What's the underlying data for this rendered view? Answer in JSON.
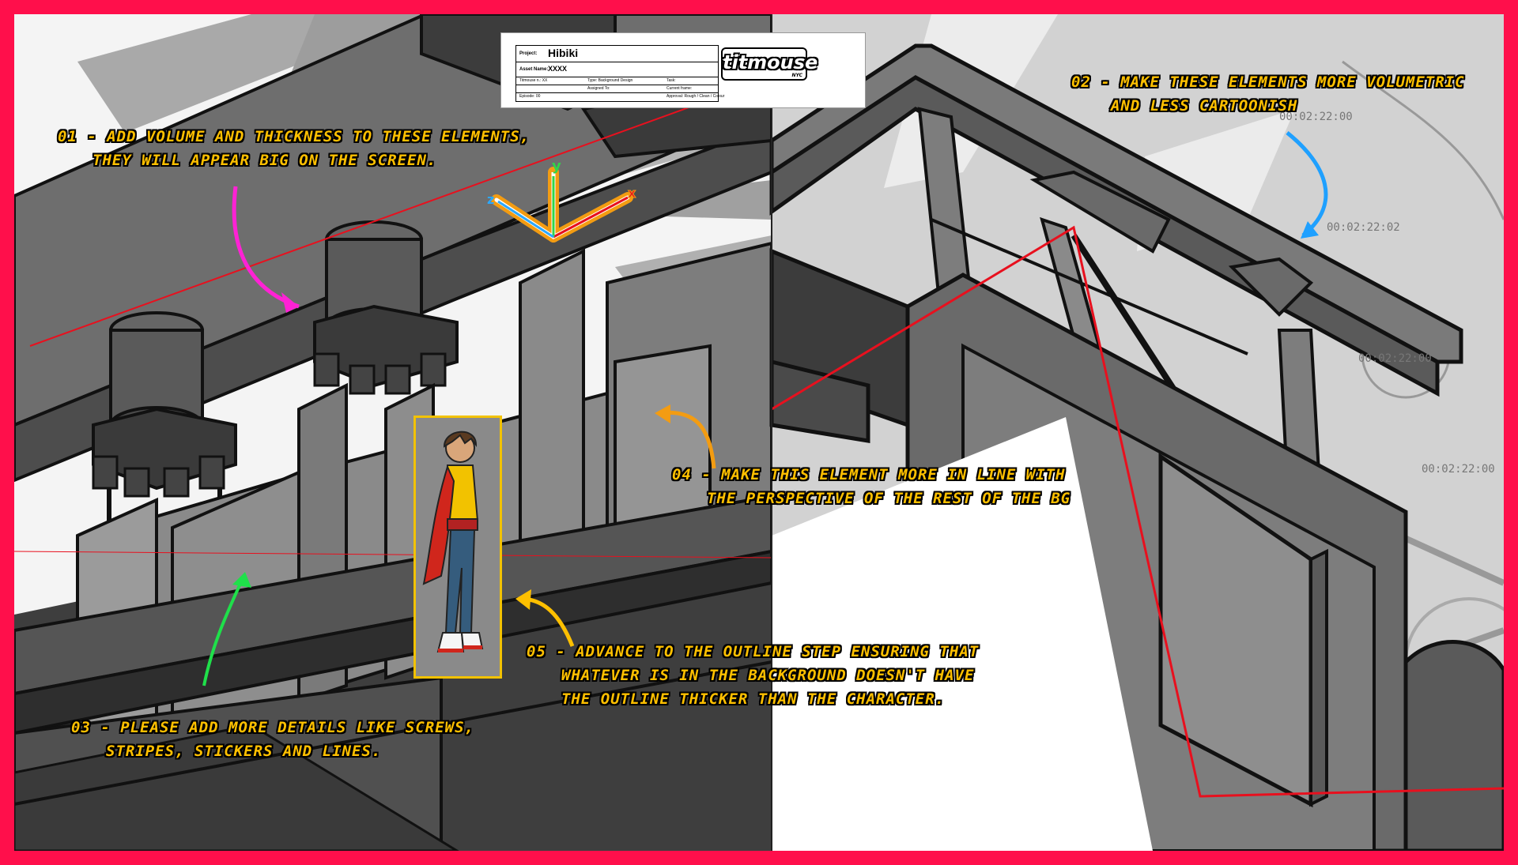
{
  "title_block": {
    "project_label": "Project:",
    "project_name": "Hibiki",
    "asset_label": "Asset Name:",
    "asset_name": "XXXX",
    "row3_a": "Titmouse n.: XX",
    "row3_b": "Type: Background Design",
    "row3_c": "Task:",
    "row4_a": "Assigned To: ",
    "row4_b": "Current frame:",
    "row5_a": "Episode: 00",
    "row5_b": "Approval: Rough / Clean / Colour",
    "logo": "titmouse",
    "logo_sub": "NYC"
  },
  "notes": {
    "n01": {
      "line1": "01 - Add volume and thickness to these elements,",
      "line2": "they will appear big on the screen."
    },
    "n02": {
      "line1": "02 - Make these elements more volumetric",
      "line2": "and less cartoonish"
    },
    "n03": {
      "line1": "03 - Please add more details like screws,",
      "line2": "stripes, stickers and lines."
    },
    "n04": {
      "line1": "04 - Make this element more in line with",
      "line2": "the perspective of the rest of the BG"
    },
    "n05": {
      "line1": "05 - Advance to the outline step ensuring that",
      "line2": "whatever is in the background doesn't have",
      "line3": "the outline thicker than the character."
    }
  },
  "axis_labels": {
    "x": "x",
    "y": "y",
    "z": "z"
  },
  "timecodes": [
    "00:02:22:00",
    "00:02:22:02",
    "00:02:22:00",
    "00:02:22:00"
  ],
  "colors": {
    "frame": "#ff0f4b",
    "note_text": "#ffc000",
    "arrow_01": "#ff22d5",
    "arrow_02": "#1fa0ff",
    "arrow_03": "#1fe04a",
    "arrow_04": "#f39c12",
    "arrow_05": "#ffc000",
    "red_guide": "#e8101e"
  }
}
